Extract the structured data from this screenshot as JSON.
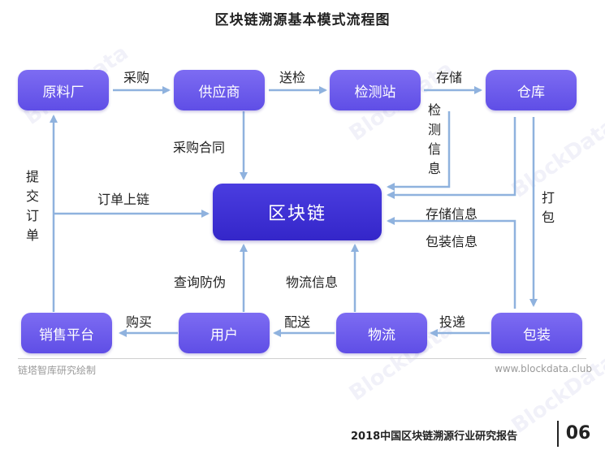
{
  "title": "区块链溯源基本模式流程图",
  "center": "区块链",
  "nodes": {
    "raw_material": "原料厂",
    "supplier": "供应商",
    "inspection": "检测站",
    "warehouse": "仓库",
    "sales_platform": "销售平台",
    "user": "用户",
    "logistics": "物流",
    "packaging": "包装"
  },
  "edges": {
    "purchase": "采购",
    "send_inspection": "送检",
    "store": "存储",
    "purchase_contract": "采购合同",
    "inspection_info": "检测信息",
    "pack": "打包",
    "submit_order": "提交订单",
    "order_on_chain": "订单上链",
    "storage_info": "存储信息",
    "package_info": "包装信息",
    "anti_fake": "查询防伪",
    "logistics_info": "物流信息",
    "buy": "购买",
    "deliver": "配送",
    "express": "投递"
  },
  "footer": {
    "source": "链塔智库研究绘制",
    "website": "www.blockdata.club",
    "report": "2018中国区块链溯源行业研究报告",
    "page": "06"
  },
  "colors": {
    "node": "#6a5aeb",
    "center": "#3e30d6",
    "arrow": "#8fb2de"
  }
}
